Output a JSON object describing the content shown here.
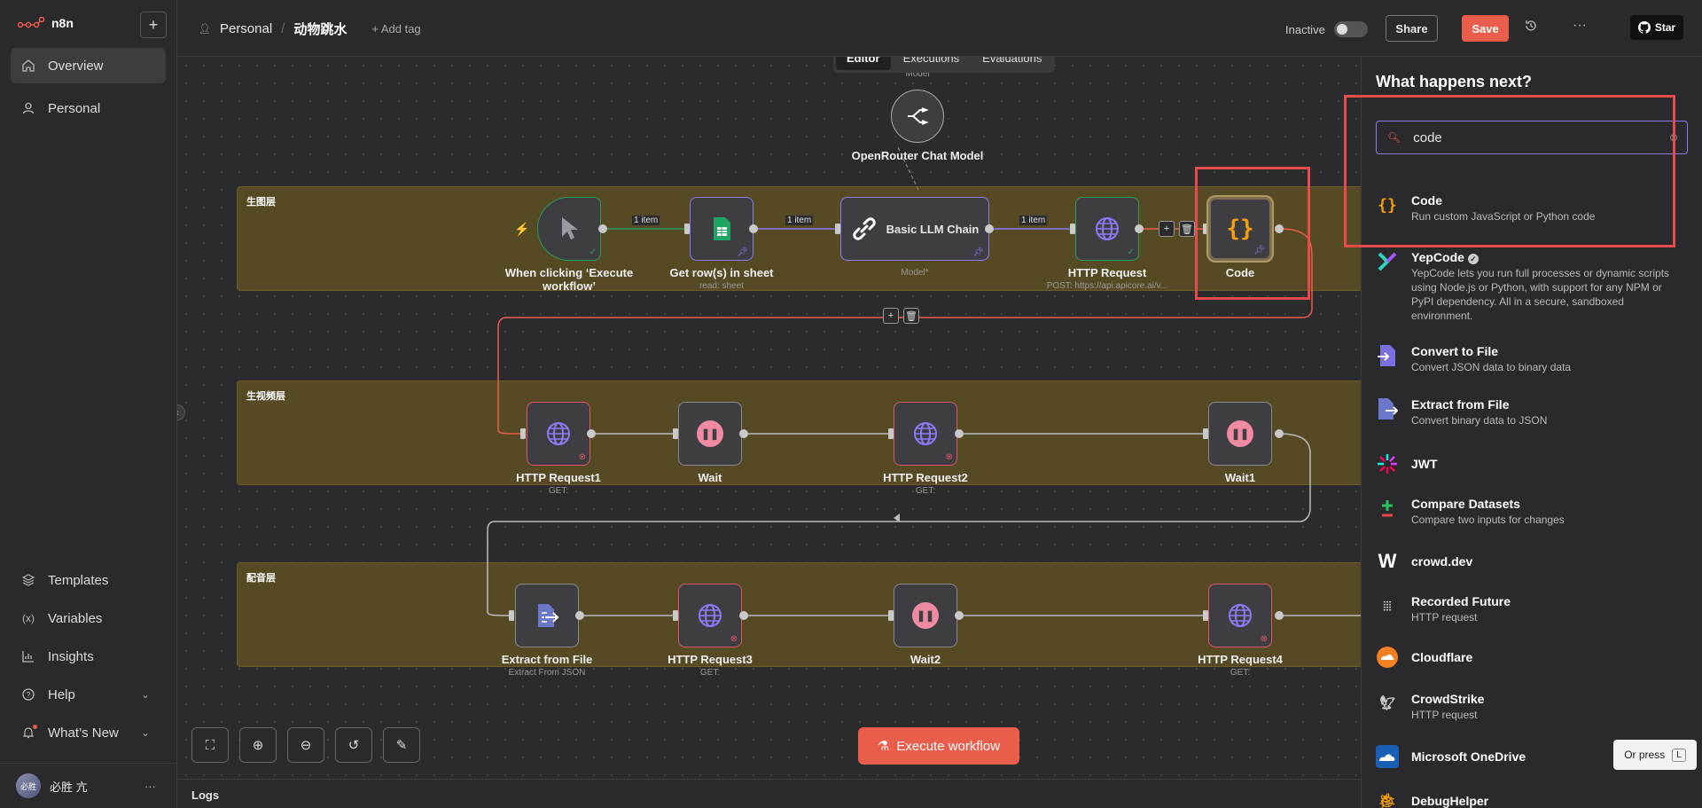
{
  "app": {
    "name": "n8n",
    "new_label": "+"
  },
  "sidebar": {
    "items": [
      {
        "label": "Overview",
        "icon": "home-icon"
      },
      {
        "label": "Personal",
        "icon": "user-icon"
      }
    ],
    "bottom_items": [
      {
        "label": "Templates",
        "icon": "templates-icon"
      },
      {
        "label": "Variables",
        "icon": "variables-icon"
      },
      {
        "label": "Insights",
        "icon": "insights-icon"
      },
      {
        "label": "Help",
        "icon": "help-icon"
      },
      {
        "label": "What’s New",
        "icon": "bell-icon"
      }
    ],
    "user": {
      "avatar": "必胜",
      "name": "必胜 亢",
      "more": "···"
    }
  },
  "topbar": {
    "project": "Personal",
    "separator": "/",
    "workflow": "动物跳水",
    "add_tag": "+ Add tag",
    "status": "Inactive",
    "share": "Share",
    "save": "Save",
    "more": "···",
    "star": "Star"
  },
  "canvas": {
    "tabs": [
      "Editor",
      "Executions",
      "Evaluations"
    ],
    "groups": [
      "生图层",
      "生视频层",
      "配音层"
    ],
    "edge_label": "1 item",
    "nodes": {
      "openrouter": {
        "label": "OpenRouter Chat Model",
        "port_label": "Model"
      },
      "trigger": {
        "label": "When clicking ‘Execute workflow’"
      },
      "sheet": {
        "label": "Get row(s) in sheet",
        "sub": "read: sheet"
      },
      "llm": {
        "label": "Basic LLM Chain",
        "sub": "Model*"
      },
      "http": {
        "label": "HTTP Request",
        "sub": "POST: https://api.apicore.ai/v..."
      },
      "code": {
        "label": "Code"
      },
      "http1": {
        "label": "HTTP Request1",
        "sub": "GET:"
      },
      "wait": {
        "label": "Wait"
      },
      "http2": {
        "label": "HTTP Request2",
        "sub": "GET:"
      },
      "wait1": {
        "label": "Wait1"
      },
      "extract": {
        "label": "Extract from File",
        "sub": "Extract From JSON"
      },
      "http3": {
        "label": "HTTP Request3",
        "sub": "GET:"
      },
      "wait2": {
        "label": "Wait2"
      },
      "http4": {
        "label": "HTTP Request4",
        "sub": "GET:"
      }
    },
    "execute": "Execute workflow"
  },
  "logs": {
    "label": "Logs"
  },
  "panel": {
    "title": "What happens next?",
    "search_value": "code",
    "results": [
      {
        "name": "Code",
        "desc": "Run custom JavaScript or Python code",
        "icon": "code-braces-icon"
      },
      {
        "name": "YepCode",
        "desc": "YepCode lets you run full processes or dynamic scripts using Node.js or Python, with support for any NPM or PyPI dependency. All in a secure, sandboxed environment.",
        "icon": "yepcode-icon"
      },
      {
        "name": "Convert to File",
        "desc": "Convert JSON data to binary data",
        "icon": "file-convert-icon"
      },
      {
        "name": "Extract from File",
        "desc": "Convert binary data to JSON",
        "icon": "file-extract-icon"
      },
      {
        "name": "JWT",
        "desc": "",
        "icon": "jwt-icon"
      },
      {
        "name": "Compare Datasets",
        "desc": "Compare two inputs for changes",
        "icon": "compare-icon"
      },
      {
        "name": "crowd.dev",
        "desc": "",
        "icon": "crowddev-icon"
      },
      {
        "name": "Recorded Future",
        "desc": "HTTP request",
        "icon": "recorded-future-icon"
      },
      {
        "name": "Cloudflare",
        "desc": "",
        "icon": "cloudflare-icon"
      },
      {
        "name": "CrowdStrike",
        "desc": "HTTP request",
        "icon": "crowdstrike-icon"
      },
      {
        "name": "Microsoft OneDrive",
        "desc": "",
        "icon": "onedrive-icon"
      },
      {
        "name": "DebugHelper",
        "desc": "",
        "icon": "debug-icon"
      }
    ],
    "hint": "Or press",
    "hint_key": "L"
  },
  "colors": {
    "accent": "#ea5d4a",
    "purple": "#8b7cf6",
    "sticky": "#564a24",
    "success": "#2d9b5a",
    "error": "#e0566a"
  }
}
